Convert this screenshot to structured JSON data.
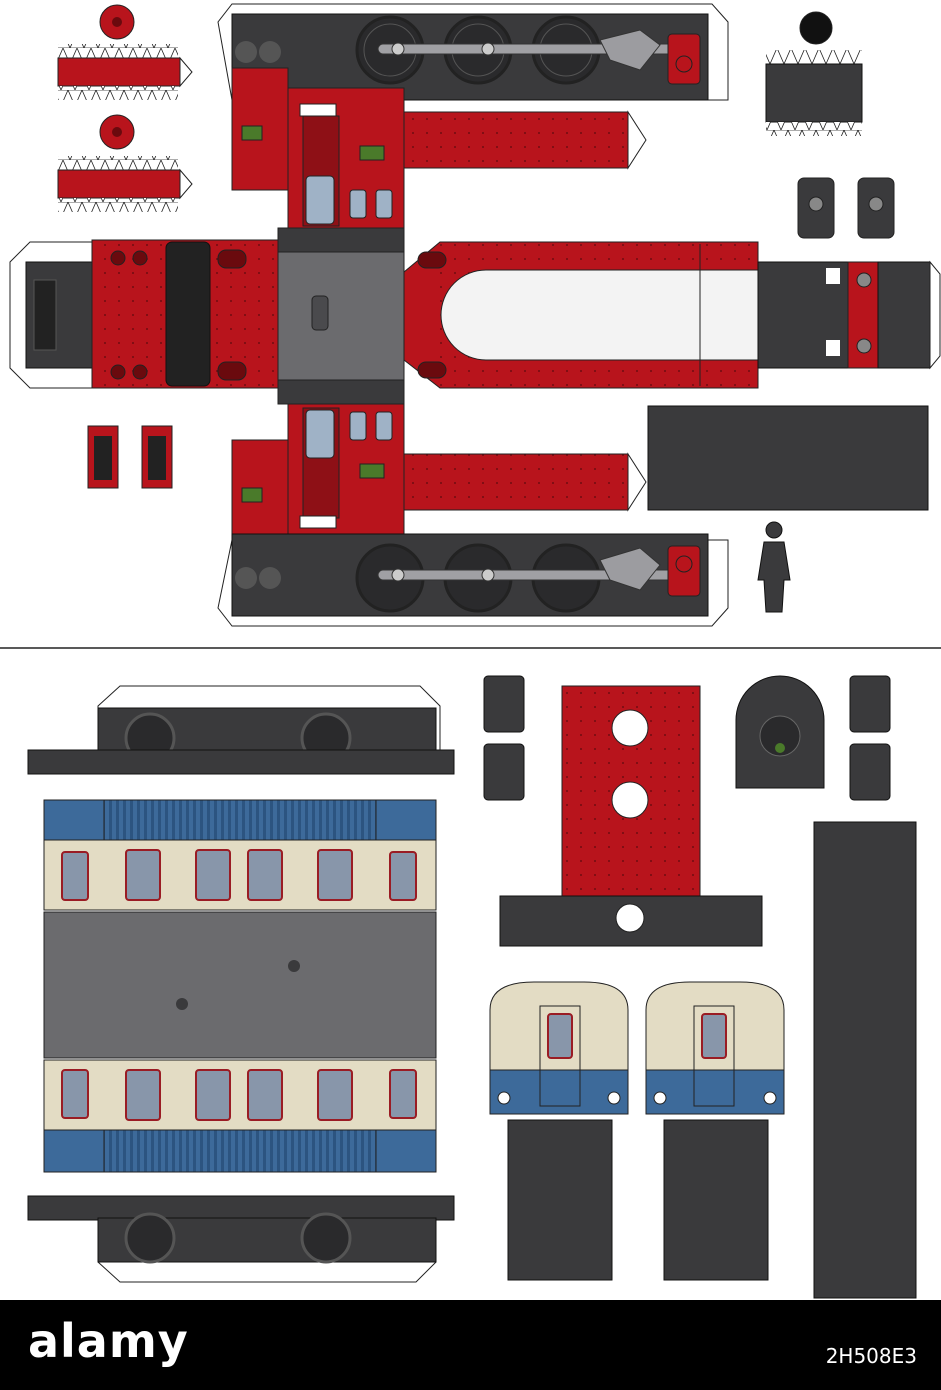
{
  "footer": {
    "brand": "alamy",
    "image_id": "2H508E3"
  },
  "colors": {
    "background": "#ffffff",
    "loco_red": "#b8141c",
    "loco_red_dark": "#8e1016",
    "dark_grey": "#3a3a3c",
    "mid_grey": "#6b6b6e",
    "light_grey": "#9a9a9d",
    "coach_blue": "#3d6a9a",
    "coach_cream": "#e3dcc4",
    "window_blue": "#8896aa",
    "footer_bg": "#000000",
    "footer_text": "#ffffff"
  },
  "sheet": {
    "sections": [
      "locomotive",
      "passenger-coach"
    ],
    "divider": true
  }
}
